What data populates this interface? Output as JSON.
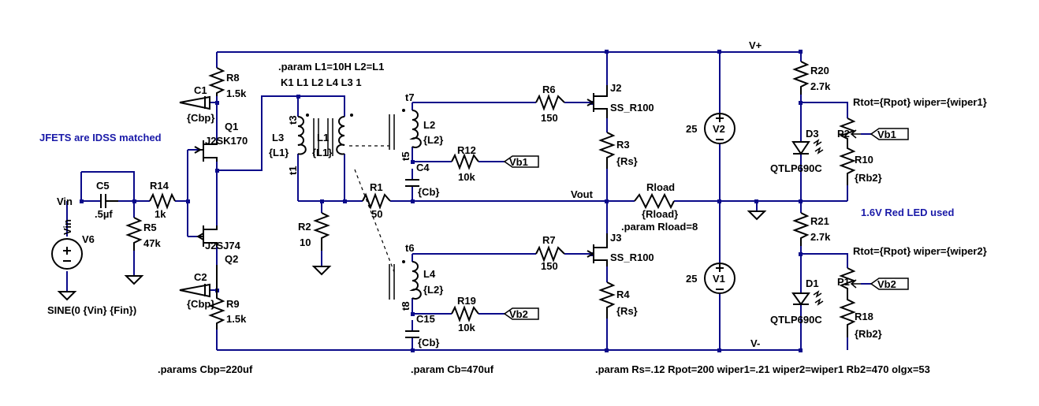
{
  "notes": {
    "jfet_note": "JFETS are IDSS matched",
    "led_note": "1.6V Red LED used",
    "param_inductors": ".param L1=10H L2=L1",
    "coupling": "K1 L1 L2 L4  L3 1",
    "param_cbp": ".params Cbp=220uf",
    "param_cb": ".param Cb=470uf",
    "param_rload": ".param Rload=8",
    "param_main": ".param Rs=.12 Rpot=200 wiper1=.21 wiper2=wiper1 Rb2=470 olgx=53",
    "rtot1": "Rtot={Rpot} wiper={wiper1}",
    "rtot2": "Rtot={Rpot} wiper={wiper2}"
  },
  "nets": {
    "vin": "Vin",
    "vout": "Vout",
    "vplus": "V+",
    "vminus": "V-",
    "vb1": "Vb1",
    "vb2": "Vb2",
    "vin_port": "Vin"
  },
  "components": {
    "v6": {
      "name": "V6",
      "value": "SINE(0 {Vin} {Fin})"
    },
    "c5": {
      "name": "C5",
      "value": ".5µf"
    },
    "r14": {
      "name": "R14",
      "value": "1k"
    },
    "r5": {
      "name": "R5",
      "value": "47k"
    },
    "r8": {
      "name": "R8",
      "value": "1.5k"
    },
    "c1": {
      "name": "C1",
      "value": "{Cbp}"
    },
    "q1": {
      "name": "Q1",
      "value": "J2SK170"
    },
    "q2": {
      "name": "Q2",
      "value": "J2SJ74"
    },
    "c2": {
      "name": "C2",
      "value": "{Cbp}"
    },
    "r9": {
      "name": "R9",
      "value": "1.5k"
    },
    "l3": {
      "name": "L3",
      "value": "{L1}"
    },
    "l1": {
      "name": "L1",
      "value": "{L1}"
    },
    "r2": {
      "name": "R2",
      "value": "10"
    },
    "r1": {
      "name": "R1",
      "value": "50"
    },
    "l2": {
      "name": "L2",
      "value": "{L2}"
    },
    "c4": {
      "name": "C4",
      "value": "{Cb}"
    },
    "r12": {
      "name": "R12",
      "value": "10k"
    },
    "l4": {
      "name": "L4",
      "value": "{L2}"
    },
    "c15": {
      "name": "C15",
      "value": "{Cb}"
    },
    "r19": {
      "name": "R19",
      "value": "10k"
    },
    "r6": {
      "name": "R6",
      "value": "150"
    },
    "r7": {
      "name": "R7",
      "value": "150"
    },
    "j2": {
      "name": "J2",
      "value": "SS_R100"
    },
    "j3": {
      "name": "J3",
      "value": "SS_R100"
    },
    "r3": {
      "name": "R3",
      "value": "{Rs}"
    },
    "r4": {
      "name": "R4",
      "value": "{Rs}"
    },
    "rload": {
      "name": "Rload",
      "value": "{Rload}"
    },
    "v2": {
      "name": "V2",
      "value": "25"
    },
    "v1": {
      "name": "V1",
      "value": "25"
    },
    "r20": {
      "name": "R20",
      "value": "2.7k"
    },
    "r21": {
      "name": "R21",
      "value": "2.7k"
    },
    "d3": {
      "name": "D3",
      "value": "QTLP690C"
    },
    "d1": {
      "name": "D1",
      "value": "QTLP690C"
    },
    "p2": {
      "name": "P2"
    },
    "p1": {
      "name": "P1"
    },
    "r10": {
      "name": "R10",
      "value": "{Rb2}"
    },
    "r18": {
      "name": "R18",
      "value": "{Rb2}"
    }
  },
  "taps": {
    "t1": "t1",
    "t3": "t3",
    "t5": "t5",
    "t6": "t6",
    "t7": "t7",
    "t8": "t8"
  }
}
